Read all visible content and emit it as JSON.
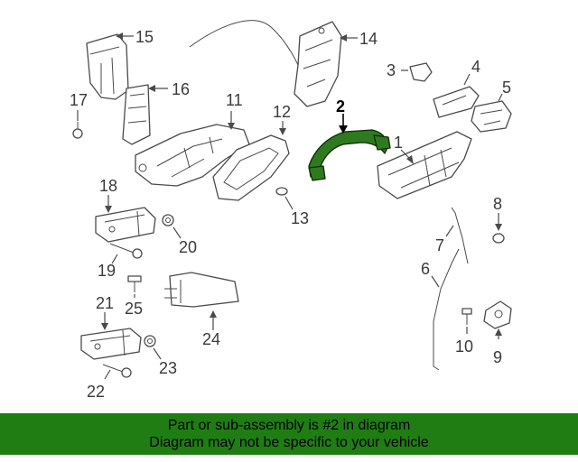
{
  "callouts": {
    "c1": "1",
    "c2": "2",
    "c3": "3",
    "c4": "4",
    "c5": "5",
    "c6": "6",
    "c7": "7",
    "c8": "8",
    "c9": "9",
    "c10": "10",
    "c11": "11",
    "c12": "12",
    "c13": "13",
    "c14": "14",
    "c15": "15",
    "c16": "16",
    "c17": "17",
    "c18": "18",
    "c19": "19",
    "c20": "20",
    "c21": "21",
    "c22": "22",
    "c23": "23",
    "c24": "24",
    "c25": "25"
  },
  "highlight_color": "#2f7a1e",
  "banner": {
    "line1": "Part or sub-assembly is #2 in diagram",
    "line2": "Diagram may not be specific to your vehicle",
    "background": "#1f7d13"
  }
}
